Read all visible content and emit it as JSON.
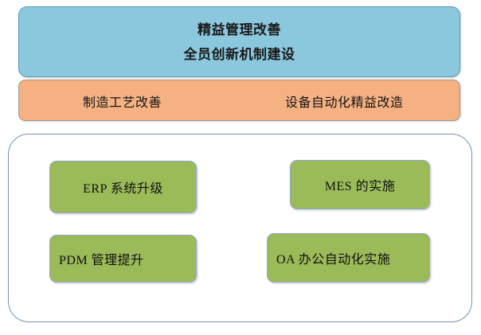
{
  "diagram": {
    "title_block": {
      "lines": [
        "精益管理改善",
        "全员创新机制建设"
      ],
      "fill_color": "#8BC8DE",
      "border_color": "#5B9BB5"
    },
    "process_block": {
      "labels": [
        "制造工艺改善",
        "设备自动化精益改造"
      ],
      "fill_color": "#F6B183",
      "border_color": "#A0988C"
    },
    "systems_container": {
      "border_color": "#6E93B5",
      "fill_color": "#FFFFFF",
      "items": [
        {
          "label": "ERP 系统升级"
        },
        {
          "label": "MES 的实施"
        },
        {
          "label": "PDM 管理提升"
        },
        {
          "label": "OA 办公自动化实施"
        }
      ],
      "item_fill_color": "#9BBB59",
      "item_border_color": "#8EA9C6"
    }
  }
}
